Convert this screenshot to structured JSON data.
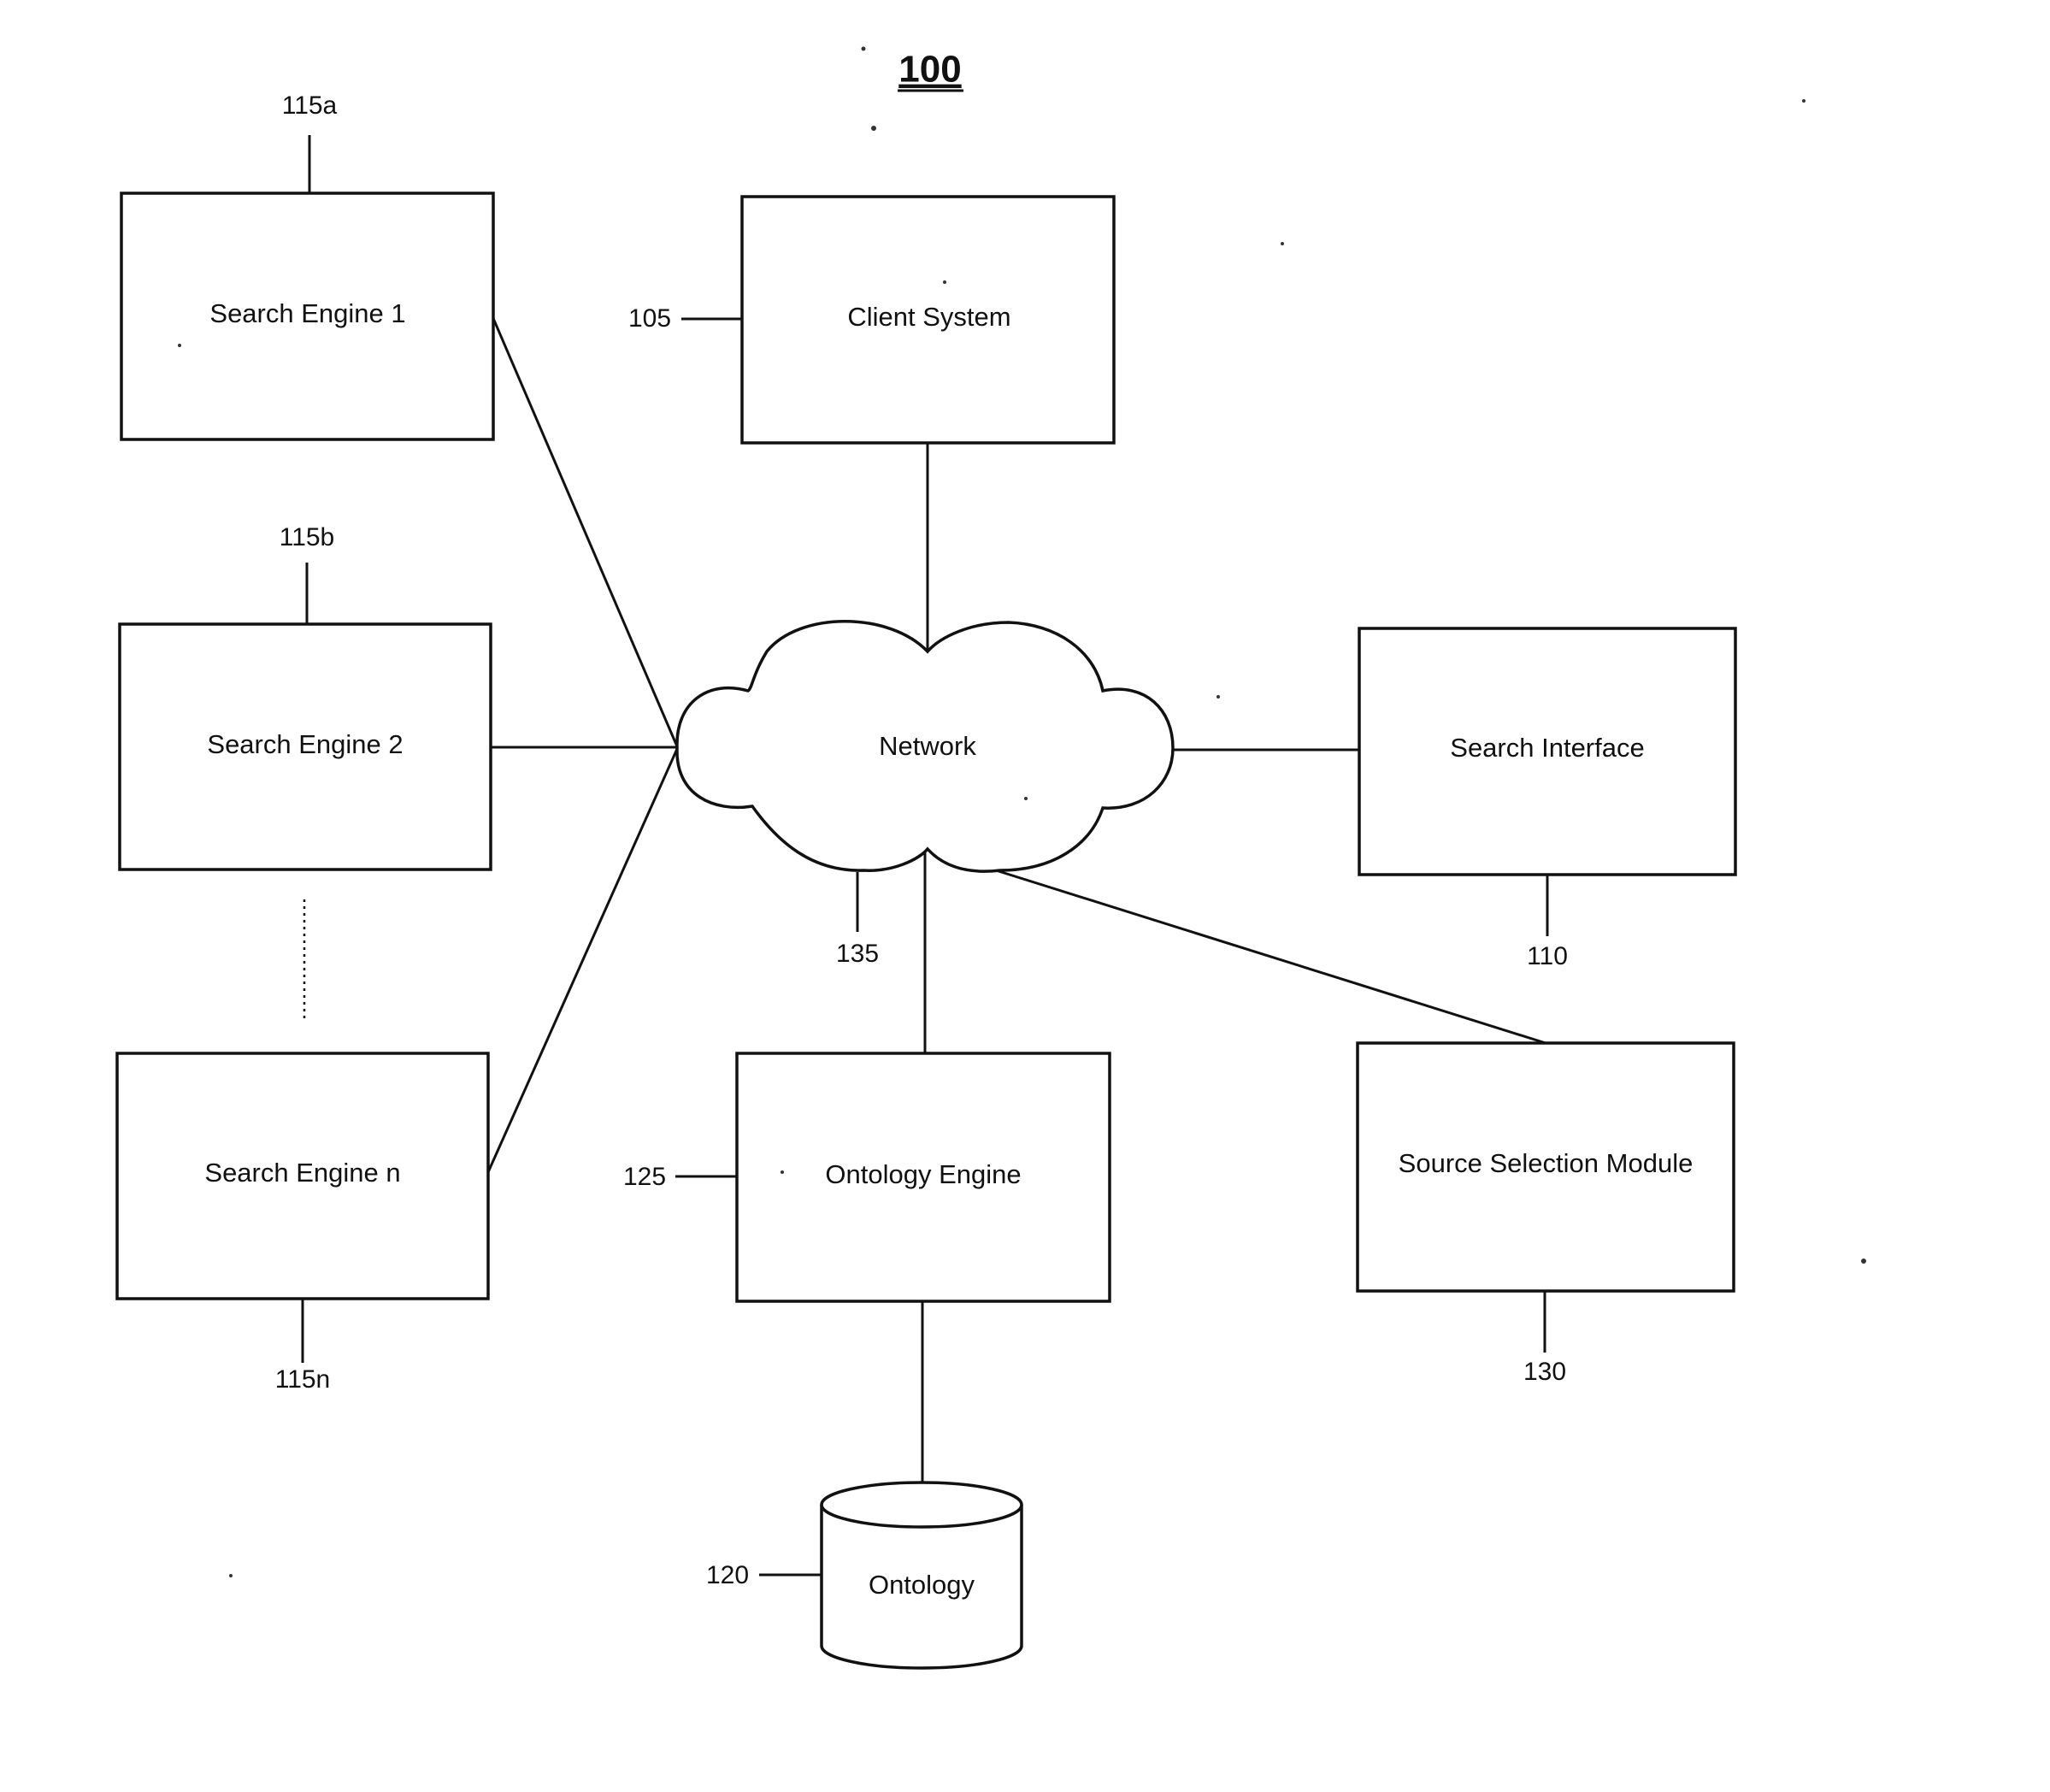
{
  "figure": {
    "number": "100"
  },
  "nodes": {
    "search_engine_1": {
      "label": "Search Engine 1",
      "ref": "115a"
    },
    "search_engine_2": {
      "label": "Search Engine 2",
      "ref": "115b"
    },
    "search_engine_n": {
      "label": "Search Engine n",
      "ref": "115n"
    },
    "client_system": {
      "label": "Client System",
      "ref": "105"
    },
    "network": {
      "label": "Network",
      "ref": "135"
    },
    "search_interface": {
      "label": "Search Interface",
      "ref": "110"
    },
    "ontology_engine": {
      "label": "Ontology Engine",
      "ref": "125"
    },
    "source_selection_module": {
      "label": "Source Selection Module",
      "ref": "130"
    },
    "ontology": {
      "label": "Ontology",
      "ref": "120"
    }
  },
  "edges": [
    {
      "from": "search_engine_1",
      "to": "network"
    },
    {
      "from": "search_engine_2",
      "to": "network"
    },
    {
      "from": "search_engine_n",
      "to": "network"
    },
    {
      "from": "client_system",
      "to": "network"
    },
    {
      "from": "search_interface",
      "to": "network"
    },
    {
      "from": "ontology_engine",
      "to": "network"
    },
    {
      "from": "source_selection_module",
      "to": "network"
    },
    {
      "from": "ontology_engine",
      "to": "ontology"
    }
  ]
}
